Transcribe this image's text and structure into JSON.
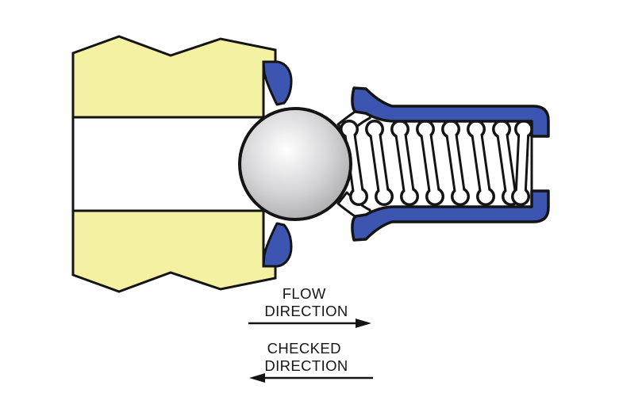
{
  "diagram": {
    "labels": {
      "flow_line1": "FLOW",
      "flow_line2": "DIRECTION",
      "checked_line1": "CHECKED",
      "checked_line2": "DIRECTION"
    },
    "colors": {
      "valve_body": "#F4F1A2",
      "seal": "#3C55B0",
      "outline": "#141414",
      "ball_highlight": "#FFFFFF",
      "ball_mid": "#D5D5D8",
      "ball_edge": "#9C9CA0",
      "background": "#FFFFFF"
    },
    "spring": {
      "coil_count": 8
    }
  }
}
